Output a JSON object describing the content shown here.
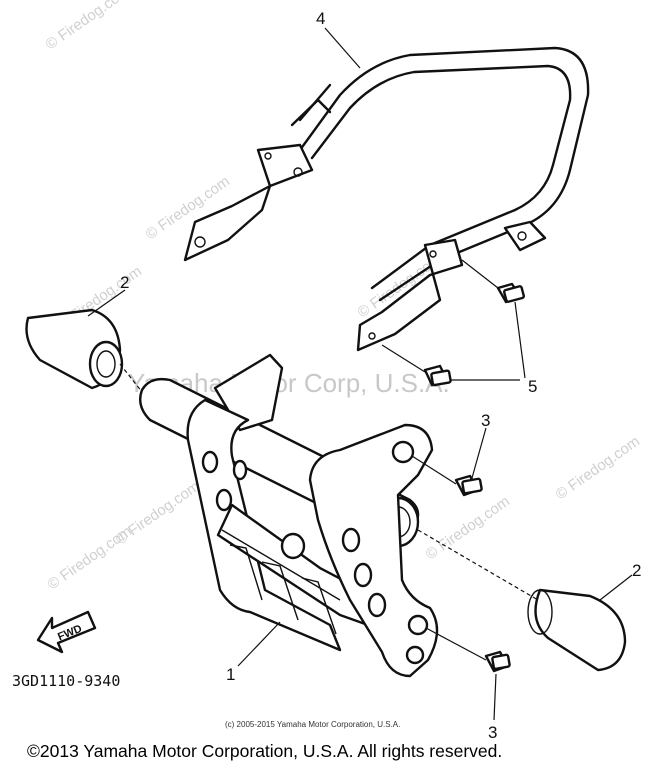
{
  "watermarks": {
    "small": "© Firedog.com",
    "top_right": "© Firedo",
    "center": "Yamaha Motor Corp, U.S.A."
  },
  "callouts": {
    "part1": "1",
    "part2_left": "2",
    "part2_right": "2",
    "part3_top": "3",
    "part3_bottom": "3",
    "part4": "4",
    "part5": "5"
  },
  "fwd_label": "FWD",
  "drawing_code": "3GD1110-9340",
  "copyright_small": "(c) 2005-2015 Yamaha Motor Corporation, U.S.A.",
  "copyright_main": "©2013 Yamaha Motor Corporation, U.S.A. All rights reserved."
}
